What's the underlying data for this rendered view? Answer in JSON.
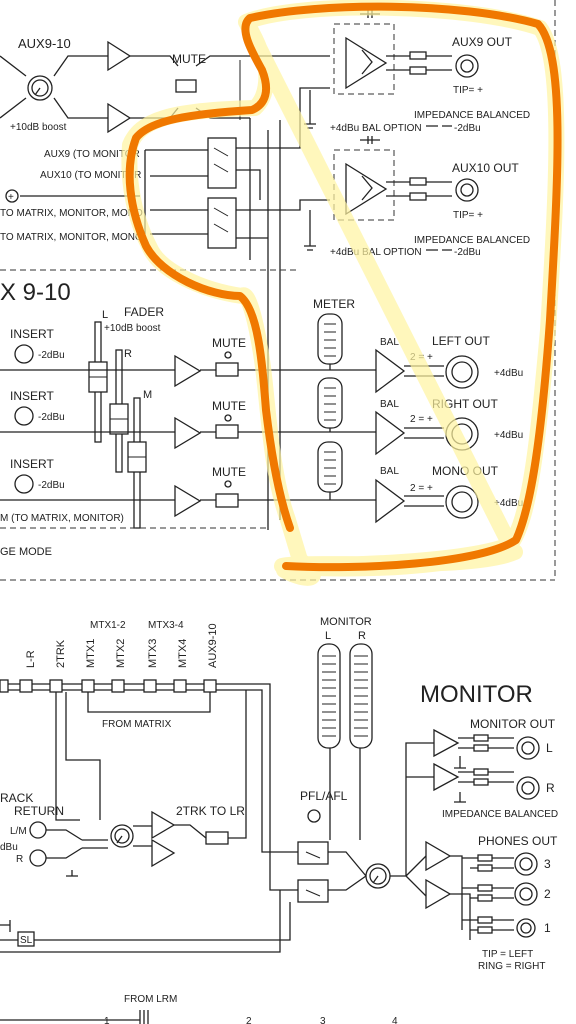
{
  "aux": {
    "input_title": "AUX9-10",
    "boost": "+10dB boost",
    "mute": "MUTE",
    "route_aux9": "AUX9 (TO MONITOR",
    "route_aux10": "AUX10 (TO MONITOR",
    "matrix_1": "TO MATRIX, MONITOR, MONO",
    "matrix_2": "TO MATRIX, MONITOR, MONO",
    "aux9_out": "AUX9 OUT",
    "aux10_out": "AUX10 OUT",
    "tip_plus_1": "TIP= +",
    "tip_plus_2": "TIP= +",
    "impedance_1": "IMPEDANCE BALANCED",
    "impedance_2": "IMPEDANCE BALANCED",
    "bal_option_1": "+4dBu BAL OPTION",
    "bal_option_2": "+4dBu BAL OPTION",
    "minus2_1": "-2dBu",
    "minus2_2": "-2dBu"
  },
  "master": {
    "section_title": "X 9-10",
    "fader": "FADER",
    "fader_boost": "+10dB boost",
    "fader_l": "L",
    "fader_r": "R",
    "fader_m": "M",
    "insert": "INSERT",
    "insert_level": "-2dBu",
    "mute": "MUTE",
    "meter": "METER",
    "bal": "BAL",
    "pol": "2 = +",
    "left_out": "LEFT OUT",
    "right_out": "RIGHT OUT",
    "mono_out": "MONO OUT",
    "out_level": "+4dBu",
    "matrix_monitor": "M (TO MATRIX, MONITOR)",
    "stage_mode": "GE MODE"
  },
  "monitor": {
    "bus_labels": [
      "L-R",
      "2TRK",
      "MTX1",
      "MTX2",
      "MTX3",
      "MTX4",
      "AUX9-10"
    ],
    "mtx12": "MTX1-2",
    "mtx34": "MTX3-4",
    "from_matrix": "FROM MATRIX",
    "meter_title": "MONITOR",
    "meter_l": "L",
    "meter_r": "R",
    "title": "MONITOR",
    "monitor_out": "MONITOR OUT",
    "out_l": "L",
    "out_r": "R",
    "impedance": "IMPEDANCE BALANCED",
    "pfl_afl": "PFL/AFL",
    "trk_to_lr": "2TRK TO LR",
    "rack": "RACK",
    "return": "RETURN",
    "lm": "L/M",
    "r": "R",
    "dbu": "dBu",
    "phones_out": "PHONES OUT",
    "phones": [
      "3",
      "2",
      "1"
    ],
    "tip_left": "TIP = LEFT",
    "ring_right": "RING = RIGHT",
    "sl": "SL",
    "from_lrm": "FROM LRM",
    "bottom_nums": [
      "1",
      "2",
      "3",
      "4"
    ]
  },
  "annotation": {
    "highlight_color": "#f07800",
    "glow_color": "#fff3a0"
  }
}
